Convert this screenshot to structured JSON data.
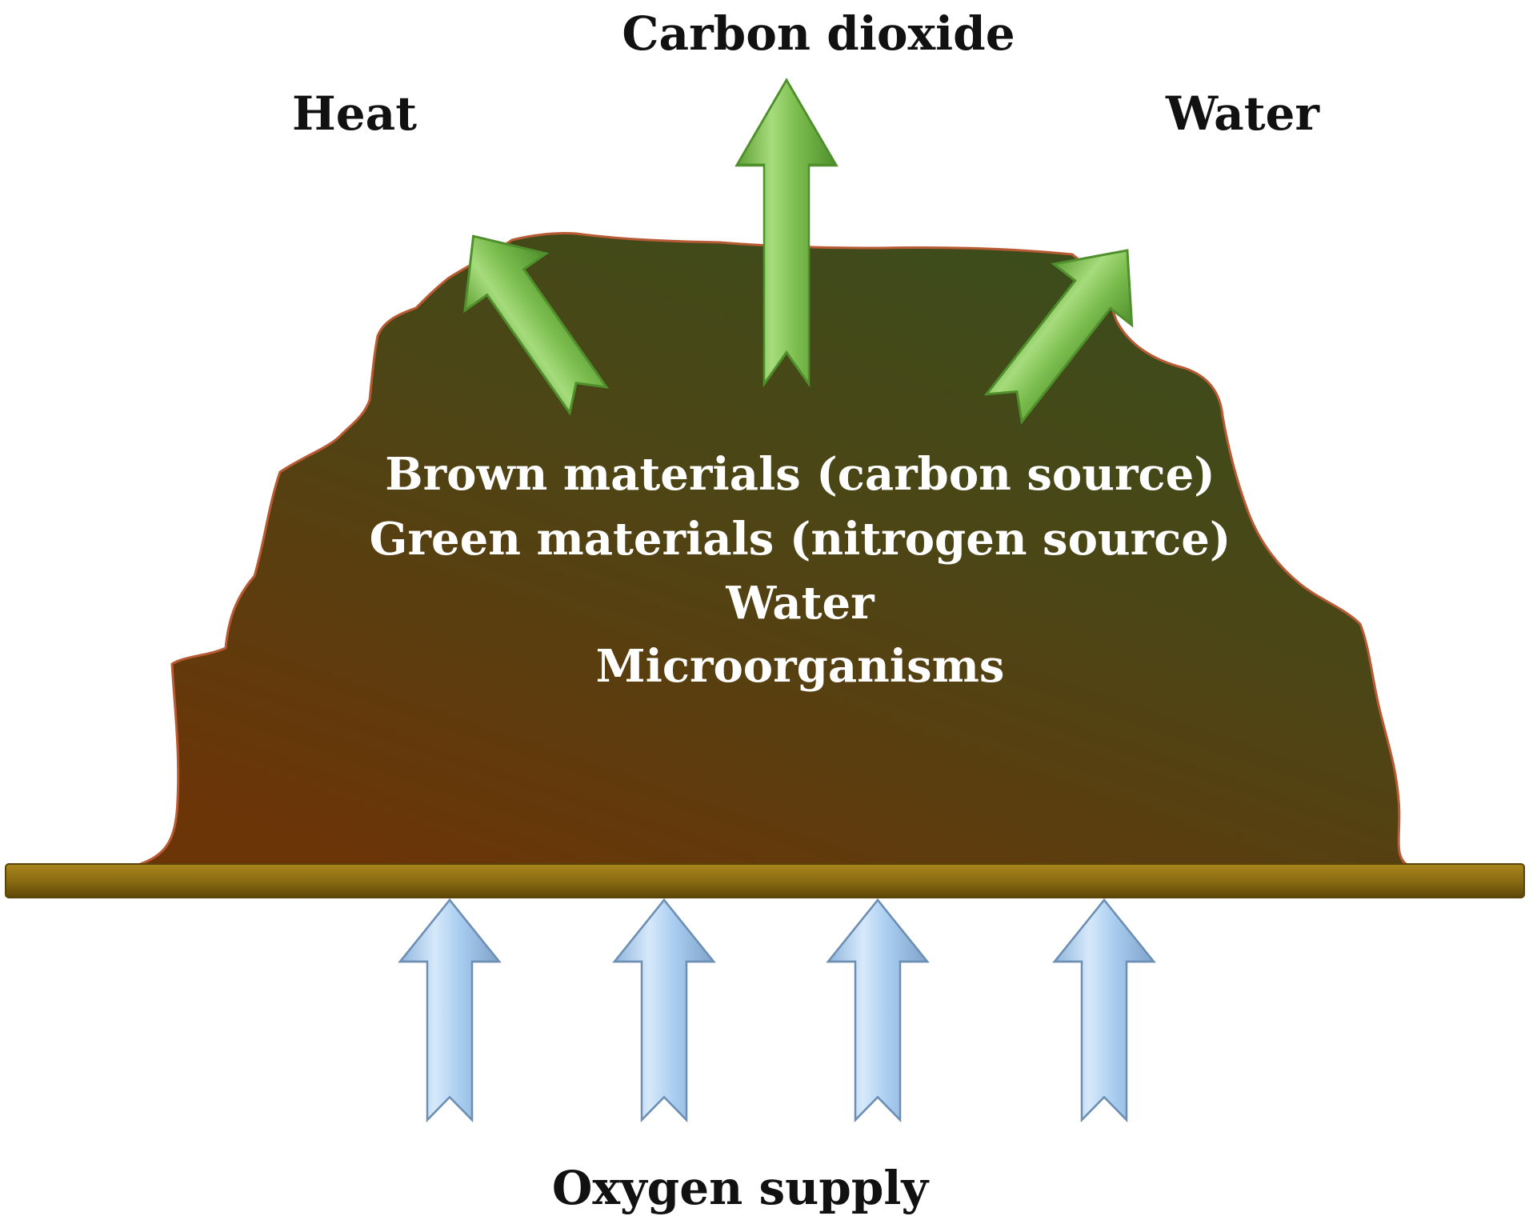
{
  "outputs": {
    "heat": "Heat",
    "carbon_dioxide": "Carbon dioxide",
    "water": "Water"
  },
  "pile_contents": [
    "Brown materials (carbon source)",
    "Green materials (nitrogen source)",
    "Water",
    "Microorganisms"
  ],
  "input_label": "Oxygen supply",
  "colors": {
    "pile_light": "#6b3508",
    "pile_dark": "#3c4a1a",
    "pile_outline": "#b85a34",
    "output_arrow": "#7cbd4f",
    "output_arrow_edge": "#4f8f2c",
    "input_arrow": "#a9cdf0",
    "input_arrow_edge": "#6d8fb3",
    "base_bar": "#8a6c12"
  },
  "icons": {
    "output_arrow": "arrow-up-icon",
    "input_arrow": "arrow-up-icon"
  }
}
